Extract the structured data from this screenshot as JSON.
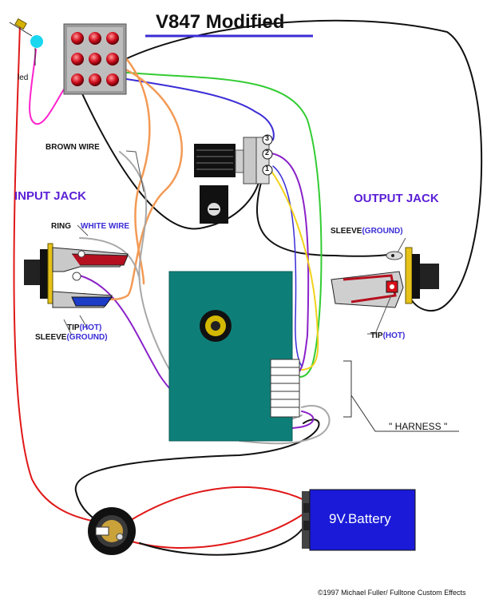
{
  "title": "V847 Modified",
  "labels": {
    "led": "led",
    "brown_wire": "BROWN WIRE",
    "input_jack": "INPUT JACK",
    "output_jack": "OUTPUT JACK",
    "ring": "RING",
    "white_wire": "WHITE WIRE",
    "tip": "TIP",
    "hot": "(HOT)",
    "sleeve": "SLEEVE",
    "ground": "(GROUND)",
    "out_sleeve": "SLEEVE",
    "out_ground": "(GROUND)",
    "out_tip": "TIP",
    "out_hot": "(HOT)",
    "harness": "\" HARNESS \"",
    "battery": "9V.Battery",
    "pot_pin_3": "3",
    "pot_pin_2": "2",
    "pot_pin_1": "1",
    "copyright": "©1997  Michael Fuller/ Fulltone Custom Effects"
  },
  "colors": {
    "title_underline": "#3a2cd6",
    "jack_title": "#5a1fd6",
    "board": "#0e7f78",
    "battery": "#1a1ad8",
    "wire_red": "#e01818",
    "wire_black": "#111111",
    "wire_green": "#33cc33",
    "wire_purple": "#8a22c8",
    "wire_blue": "#3a2cd6",
    "wire_yellow": "#f2d21b",
    "wire_orange": "#f39a55",
    "wire_gray": "#a8a8a8",
    "wire_magenta": "#ff22cc",
    "led_color": "#1ad7f0"
  }
}
